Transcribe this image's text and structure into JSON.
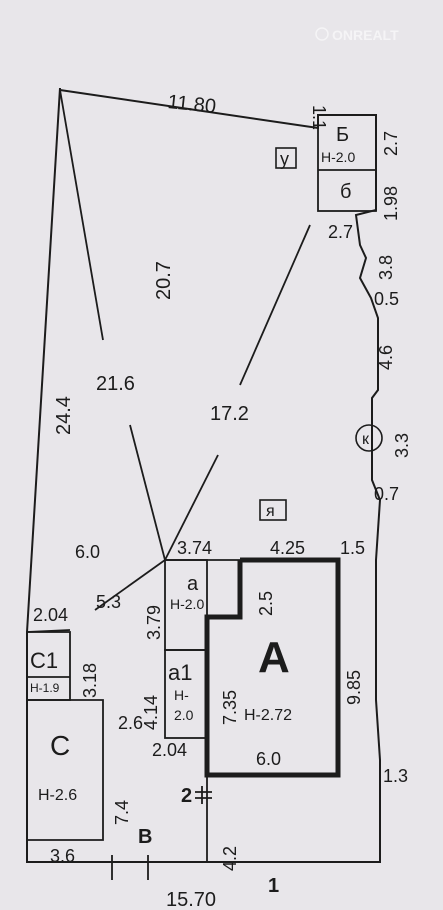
{
  "watermark": {
    "text": "ONREALT"
  },
  "colors": {
    "ink": "#1c1c1c",
    "paper": "#e8e6ea"
  },
  "labels": {
    "top_edge": "11.80",
    "d_1_1": "1.1",
    "b_h": "2.7",
    "b2_h": "1.98",
    "b2_w": "2.7",
    "r_3_8": "3.8",
    "r_0_5": "0.5",
    "r_4_6": "4.6",
    "r_3_3": "3.3",
    "r_0_7": "0.7",
    "r_1_3": "1.3",
    "left_24_4": "24.4",
    "diag_21_6": "21.6",
    "v_20_7": "20.7",
    "diag_17_2": "17.2",
    "s_6_0": "6.0",
    "s_3_74": "3.74",
    "s_4_25": "4.25",
    "s_1_5": "1.5",
    "s_5_3": "5.3",
    "s_2_04": "2.04",
    "s_3_79": "3.79",
    "s_3_18": "3.18",
    "s_2_5": "2.5",
    "s_9_85": "9.85",
    "s_4_14": "4.14",
    "s_7_35": "7.35",
    "s_2_6": "2.6",
    "s_2_04b": "2.04",
    "s_6_0b": "6.0",
    "s_7_4": "7.4",
    "s_4_2": "4.2",
    "s_3_6": "3.6",
    "bottom_total": "15.70",
    "mark_1": "1",
    "mark_2": "2",
    "gate_v": "В"
  },
  "rooms": {
    "b": {
      "name": "Б",
      "height": "Н-2.0"
    },
    "b2": {
      "name": "б"
    },
    "u": {
      "name": "у"
    },
    "ya": {
      "name": "я"
    },
    "k": {
      "name": "к"
    },
    "a_small": {
      "name": "а",
      "height": "Н-2.0"
    },
    "a1": {
      "name": "а1",
      "height_line1": "Н-",
      "height_line2": "2.0"
    },
    "A": {
      "name": "А",
      "height": "Н-2.72"
    },
    "C1": {
      "name": "С1",
      "height": "Н-1.9"
    },
    "C": {
      "name": "С",
      "height": "Н-2.6"
    }
  }
}
